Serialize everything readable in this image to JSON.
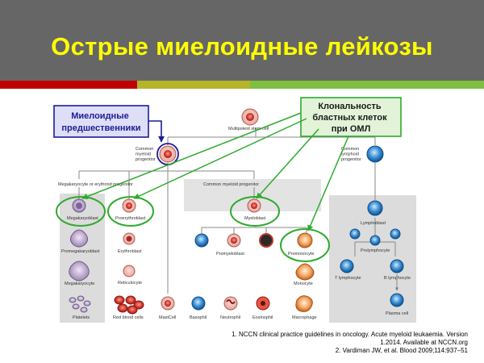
{
  "slide": {
    "title": "Острые миелоидные лейкозы",
    "colors": {
      "title_bg": "#666666",
      "title_text": "#ffff00",
      "stripe_red": "#c00000",
      "stripe_olive": "#b5b52a",
      "stripe_green": "#7fbf3f",
      "callout_green": "#2eaa2e",
      "callout_blue": "#1c1c99"
    }
  },
  "callouts": {
    "myeloid_precursors": [
      "Миелоидные",
      "предшественники"
    ],
    "aml_clonality": [
      "Клональность",
      "бластных клеток",
      "при ОМЛ"
    ]
  },
  "diagram": {
    "multipotent": "Multipotent stem cell",
    "cmp": [
      "Common",
      "myeloid",
      "progenitor"
    ],
    "clp": [
      "Common",
      "lymphoid",
      "progenitor"
    ],
    "mep": "Megakaryocyte or erythroid progenitor",
    "gmp": "Common myeloid progenitor",
    "megakaryoblast": "Megakaryoblast",
    "proerythroblast": "Proerythroblast",
    "myeloblast": "Myeloblast",
    "lymphoblast": "Lymphoblast",
    "promegakaryoblast": "Promegakaryoblast",
    "erythroblast": "Erythroblast",
    "promyeloblast": "Promyeloblast",
    "promonocyte": "Promonocyte",
    "prolymphocyte": "Prolymphocyte",
    "megakaryocyte": "Megakaryocyte",
    "reticulocyte": "Reticulocyte",
    "monocyte": "Monocyte",
    "t_lymphocyte": "T lymphocyte",
    "b_lymphocyte": "B lymphocyte",
    "platelets": "Platelets",
    "red_blood_cells": "Red blood cells",
    "mastcell": "MastCell",
    "basophil": "Basophil",
    "neutrophil": "Neutrophil",
    "eosinophil": "Eosinophil",
    "macrophage": "Macrophage",
    "plasma_cell": "Plasma cell"
  },
  "references": [
    "1. NCCN clinical practice guidelines in oncology. Acute myeloid leukaemia. Version",
    "1.2014. Available at NCCN.org",
    "2. Vardiman JW, et al. Blood 2009;114:937–51"
  ]
}
